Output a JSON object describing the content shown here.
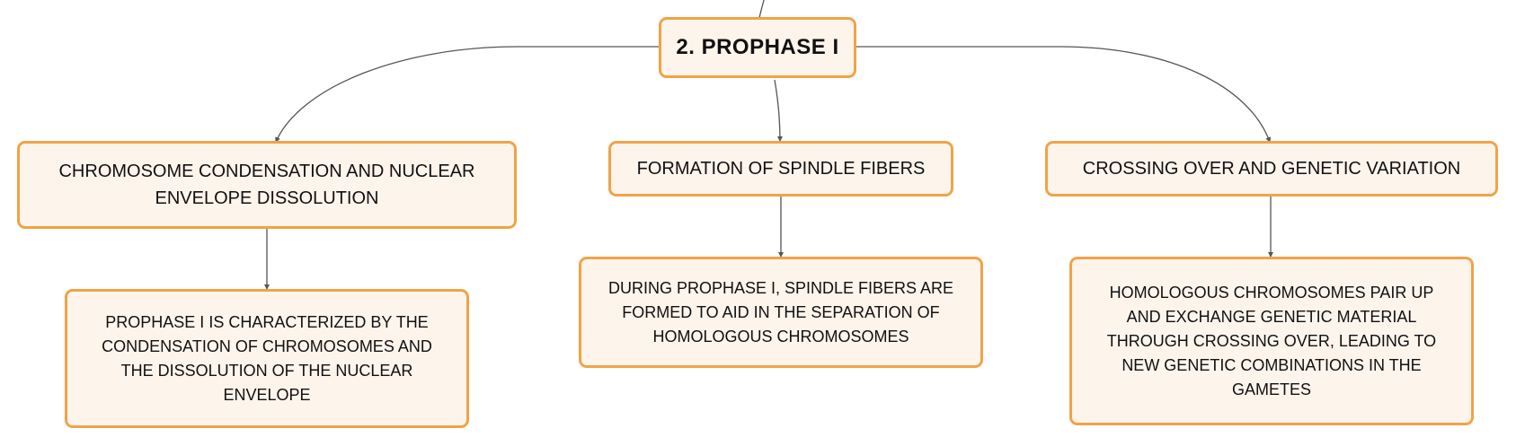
{
  "colors": {
    "node_fill": "#fdf4ec",
    "node_border": "#f0a347",
    "connector": "#555555",
    "text": "#111111"
  },
  "root": {
    "label": "2. PROPHASE I"
  },
  "topics": [
    {
      "label": "CHROMOSOME CONDENSATION AND NUCLEAR ENVELOPE DISSOLUTION",
      "detail": "PROPHASE I IS CHARACTERIZED BY THE CONDENSATION OF CHROMOSOMES AND THE DISSOLUTION OF THE NUCLEAR ENVELOPE"
    },
    {
      "label": "FORMATION OF SPINDLE FIBERS",
      "detail": "DURING PROPHASE I, SPINDLE FIBERS ARE FORMED TO AID IN THE SEPARATION OF HOMOLOGOUS CHROMOSOMES"
    },
    {
      "label": "CROSSING OVER AND GENETIC VARIATION",
      "detail": "HOMOLOGOUS CHROMOSOMES PAIR UP AND EXCHANGE GENETIC MATERIAL THROUGH CROSSING OVER, LEADING TO NEW GENETIC COMBINATIONS IN THE GAMETES"
    }
  ]
}
